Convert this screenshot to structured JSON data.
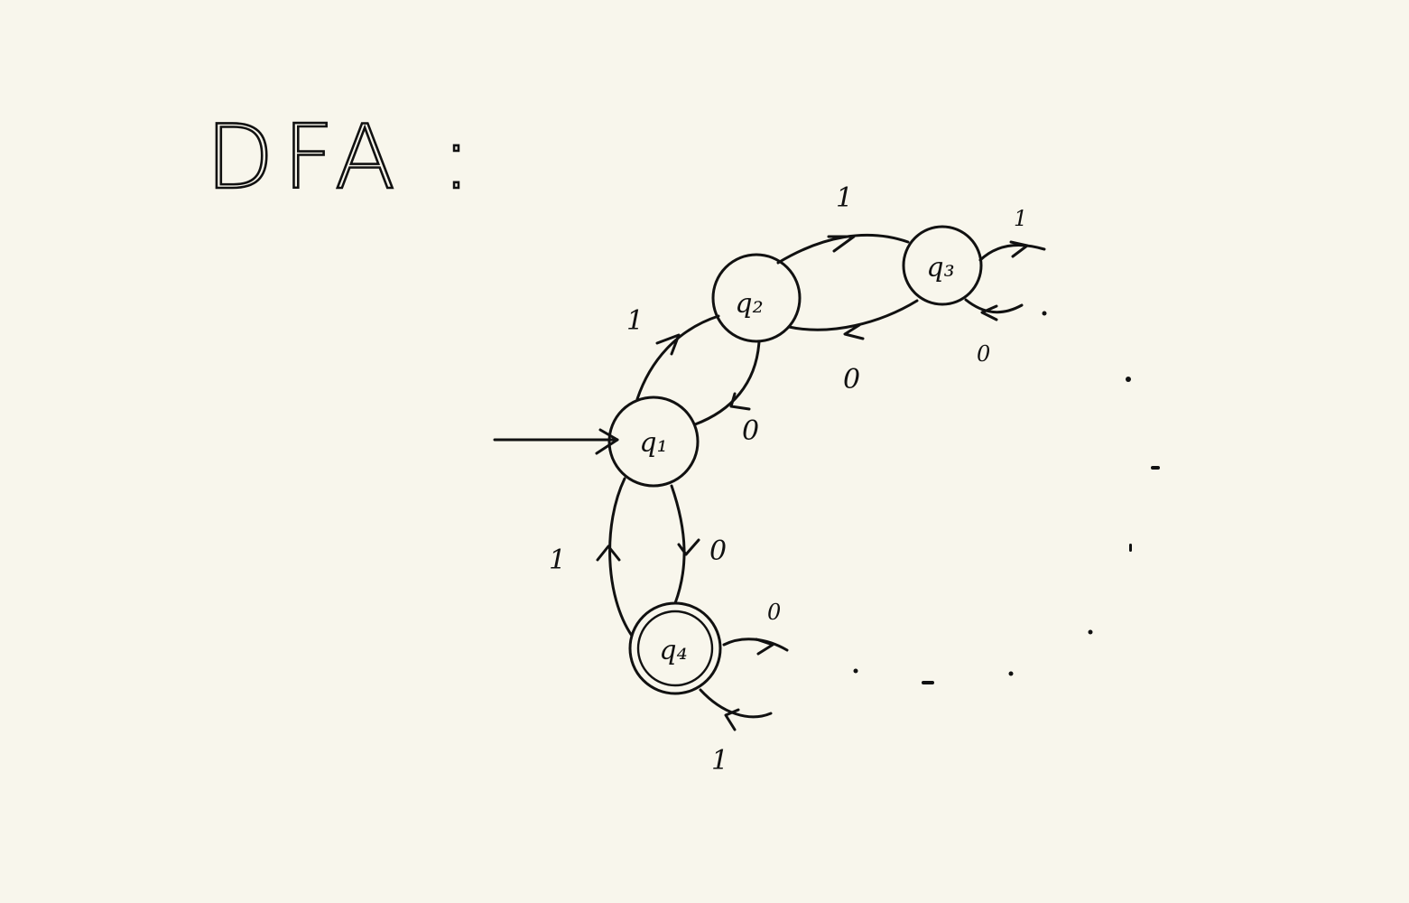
{
  "diagram": {
    "title": "DFA :",
    "states": [
      {
        "id": "q1",
        "label": "q₁",
        "start": true,
        "accepting": false
      },
      {
        "id": "q2",
        "label": "q₂",
        "start": false,
        "accepting": false
      },
      {
        "id": "q3",
        "label": "q₃",
        "start": false,
        "accepting": false
      },
      {
        "id": "q4",
        "label": "q₄",
        "start": false,
        "accepting": true
      }
    ],
    "transitions": [
      {
        "from": "q1",
        "to": "q2",
        "symbol": "1"
      },
      {
        "from": "q2",
        "to": "q1",
        "symbol": "0"
      },
      {
        "from": "q2",
        "to": "q3",
        "symbol": "1"
      },
      {
        "from": "q3",
        "to": "q2",
        "symbol": "0"
      },
      {
        "from": "q3",
        "to": "next",
        "symbol": "1"
      },
      {
        "from": "next",
        "to": "q3",
        "symbol": "0"
      },
      {
        "from": "q1",
        "to": "q4",
        "symbol": "0"
      },
      {
        "from": "q4",
        "to": "q1",
        "symbol": "1"
      },
      {
        "from": "q4",
        "to": "next",
        "symbol": "0"
      },
      {
        "from": "next",
        "to": "q4",
        "symbol": "1"
      }
    ]
  }
}
